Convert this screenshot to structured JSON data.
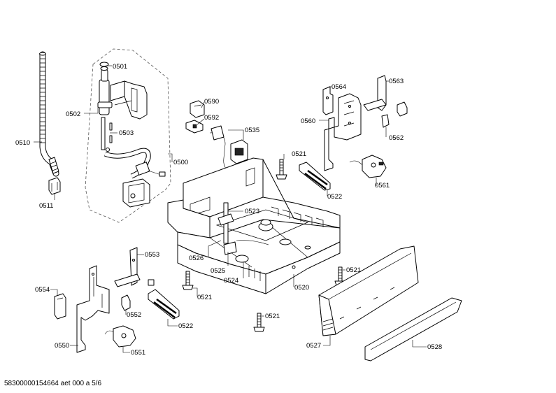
{
  "labels": {
    "l0501": "0501",
    "l0502": "0502",
    "l0503": "0503",
    "l0500": "0500",
    "l0510": "0510",
    "l0511": "0511",
    "l0590": "0590",
    "l0592": "0592",
    "l0535": "0535",
    "l0564": "0564",
    "l0563": "0563",
    "l0560": "0560",
    "l0562": "0562",
    "l0521a": "0521",
    "l0561": "0561",
    "l0522a": "0522",
    "l0523": "0523",
    "l0526": "0526",
    "l0525": "0525",
    "l0524": "0524",
    "l0520": "0520",
    "l0521b": "0521",
    "l0521c": "0521",
    "l0521d": "0521",
    "l0553": "0553",
    "l0554": "0554",
    "l0552": "0552",
    "l0522b": "0522",
    "l0550": "0550",
    "l0551": "0551",
    "l0527": "0527",
    "l0528": "0528"
  },
  "footer": {
    "doc_id": "58300000154664 aet 000 a 5/6"
  }
}
